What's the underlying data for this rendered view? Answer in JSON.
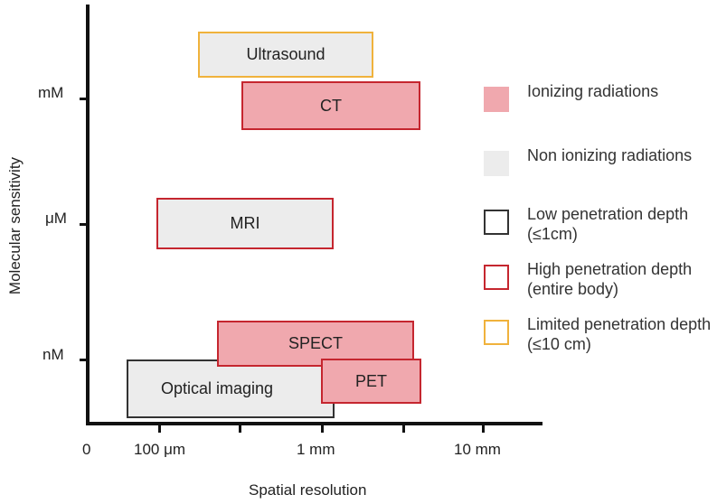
{
  "axes": {
    "y_title": "Molecular sensitivity",
    "x_title": "Spatial resolution",
    "y_ticks": [
      "mM",
      "μM",
      "nM"
    ],
    "x_ticks": [
      "0",
      "100 μm",
      "1 mm",
      "10 mm"
    ]
  },
  "modalities": {
    "ultrasound": "Ultrasound",
    "ct": "CT",
    "mri": "MRI",
    "spect": "SPECT",
    "optical": "Optical imaging",
    "pet": "PET"
  },
  "legend": {
    "ionizing": "Ionizing radiations",
    "non_ionizing": "Non ionizing radiations",
    "low_penetration": "Low penetration depth (≤1cm)",
    "high_penetration": "High penetration depth (entire body)",
    "limited_penetration": "Limited penetration depth (≤10 cm)"
  },
  "colors": {
    "ionizing_fill": "#f0a8ae",
    "non_ionizing_fill": "#ececec",
    "high_border": "#c5262f",
    "low_border": "#333333",
    "limited_border": "#f0b23c"
  }
}
